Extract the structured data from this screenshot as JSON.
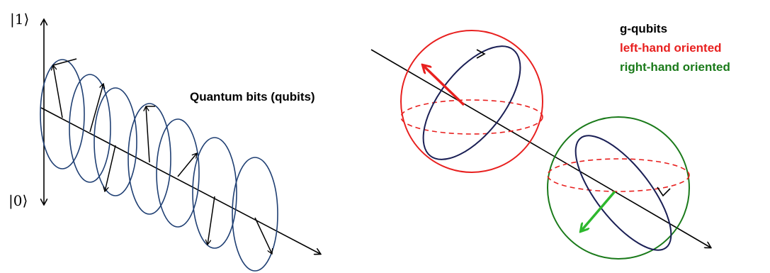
{
  "left_panel": {
    "ket_one": "|1⟩",
    "ket_zero": "|0⟩",
    "title": "Quantum bits (qubits)"
  },
  "right_panel": {
    "legend": {
      "g_qubits": "g-qubits",
      "left_hand": "left-hand oriented",
      "right_hand": "right-hand oriented"
    }
  },
  "colors": {
    "axis": "#000000",
    "ellipse": "#1f3f73",
    "inner_ellipse": "#1a1f55",
    "left_hand": "#e8201f",
    "right_hand": "#1a7a1a",
    "right_hand_arrow": "#2db82d",
    "legend_black": "#000000"
  }
}
